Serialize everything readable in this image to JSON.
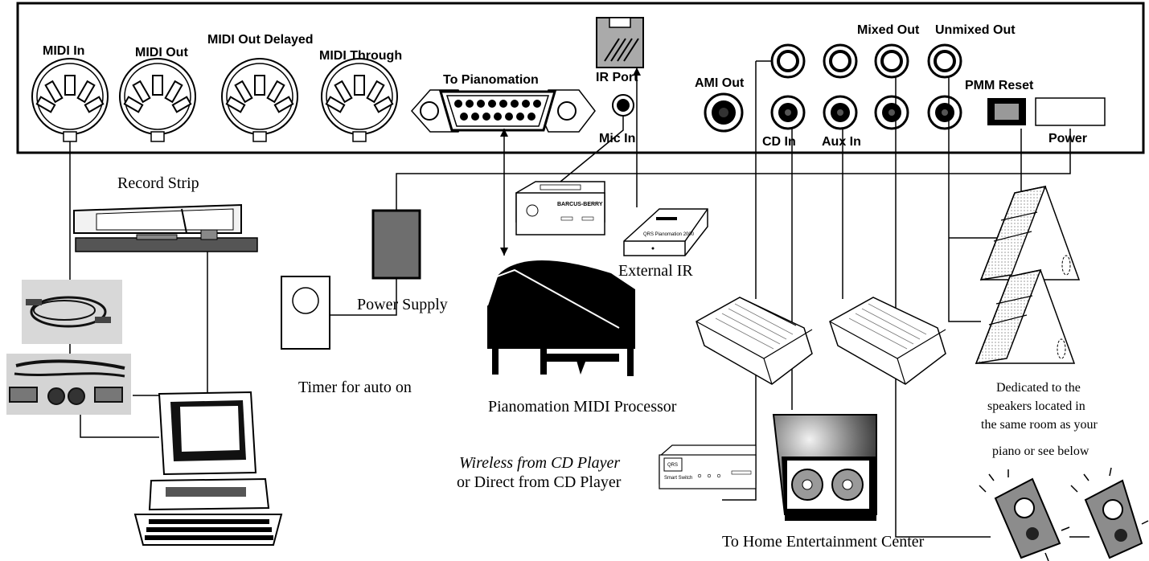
{
  "panel": {
    "midi_in": "MIDI In",
    "midi_out": "MIDI Out",
    "midi_out_delayed": "MIDI Out Delayed",
    "midi_through": "MIDI Through",
    "to_pianomation": "To Pianomation",
    "ir_port": "IR Port",
    "mic_in": "Mic In",
    "ami_out": "AMI Out",
    "mixed_out": "Mixed Out",
    "unmixed_out": "Unmixed Out",
    "cd_in": "CD In",
    "aux_in": "Aux In",
    "pmm_reset": "PMM Reset",
    "power": "Power"
  },
  "devices": {
    "record_strip": "Record Strip",
    "power_supply": "Power Supply",
    "timer": "Timer for auto on",
    "external_ir": "External IR",
    "processor": "Pianomation MIDI Processor",
    "wireless_cd": "Wireless from CD Player",
    "direct_cd": "or Direct from CD Player",
    "home_center": "To Home Entertainment Center",
    "dedicated_line1": "Dedicated to the",
    "dedicated_line2": "speakers located in",
    "dedicated_line3": "the same room as your",
    "dedicated_line4": "piano or see below"
  },
  "device_text": {
    "barcus_berry_brand": "BARCUS-BERRY",
    "qrs_ir_label": "QRS Pianomation 2000",
    "smart_switch": "Smart Switch",
    "qrs_logo": "QRS"
  },
  "colors": {
    "line": "#000000",
    "panel_fill": "#ffffff",
    "power_supply_fill": "#6e6e6e",
    "speaker_fill": "#8c8c8c",
    "photo_bg": "#d8d8d8"
  }
}
